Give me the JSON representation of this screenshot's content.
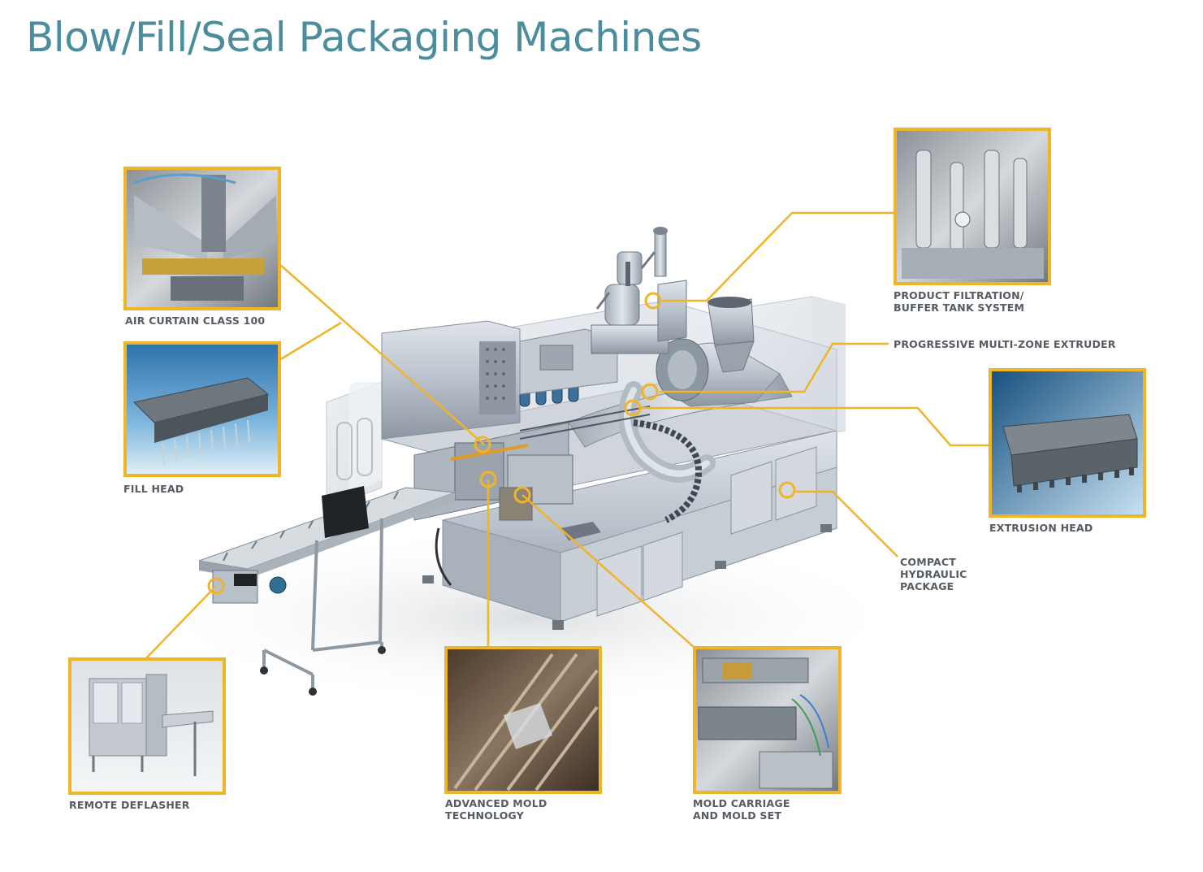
{
  "page": {
    "title": "Blow/Fill/Seal Packaging Machines",
    "title_color": "#4b8d9c",
    "accent_color": "#f0b429"
  },
  "callouts": [
    {
      "id": "air-curtain",
      "label": "AIR CURTAIN CLASS 100"
    },
    {
      "id": "fill-head",
      "label": "FILL HEAD"
    },
    {
      "id": "remote-deflasher",
      "label": "REMOTE DEFLASHER"
    },
    {
      "id": "advanced-mold",
      "label": "ADVANCED MOLD\nTECHNOLOGY"
    },
    {
      "id": "mold-carriage",
      "label": "MOLD CARRIAGE\nAND MOLD SET"
    },
    {
      "id": "hydraulic",
      "label": "COMPACT\nHYDRAULIC\nPACKAGE"
    },
    {
      "id": "extrusion-head",
      "label": "EXTRUSION HEAD"
    },
    {
      "id": "extruder",
      "label": "PROGRESSIVE MULTI-ZONE EXTRUDER"
    },
    {
      "id": "filtration",
      "label": "PRODUCT FILTRATION/\nBUFFER TANK SYSTEM"
    }
  ]
}
